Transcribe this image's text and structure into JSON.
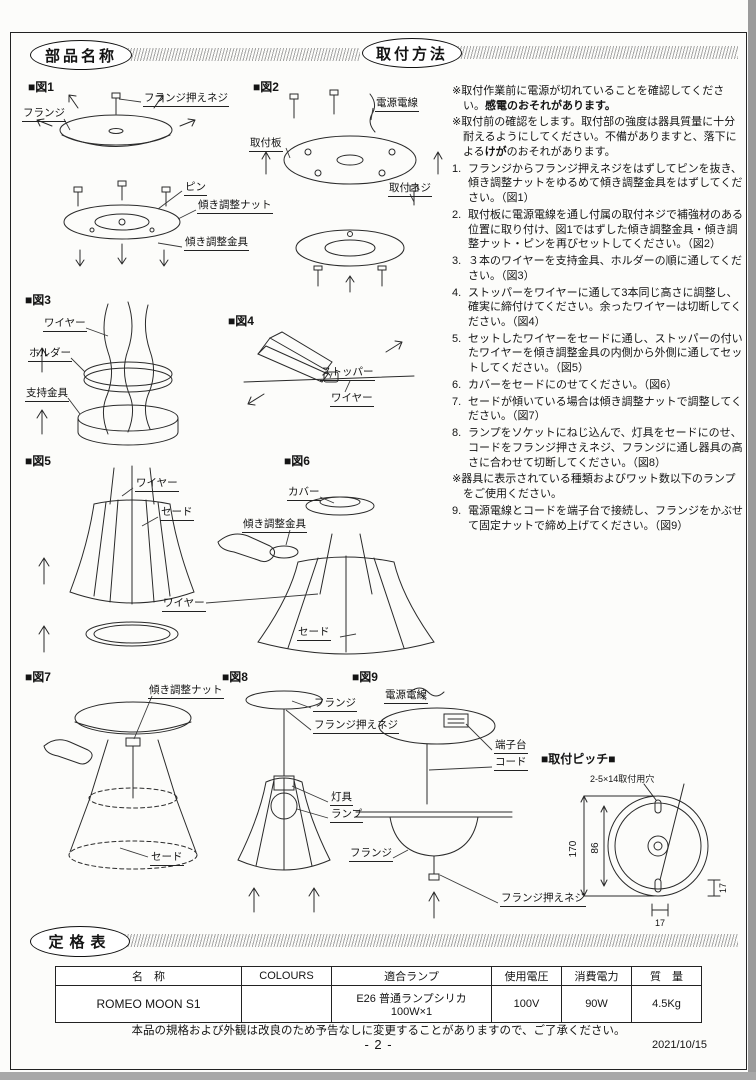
{
  "sections": {
    "parts_title": "部品名称",
    "install_title": "取付方法",
    "ratings_title": "定格表"
  },
  "figures": {
    "fig1": {
      "label": "■図1",
      "callouts": {
        "flange_screw": "フランジ押えネジ",
        "flange": "フランジ",
        "pin": "ピン",
        "tilt_nut": "傾き調整ナット",
        "tilt_fitting": "傾き調整金具"
      }
    },
    "fig2": {
      "label": "■図2",
      "callouts": {
        "power_wire": "電源電線",
        "mount_plate": "取付板",
        "mount_screw": "取付ネジ"
      }
    },
    "fig3": {
      "label": "■図3",
      "callouts": {
        "wire": "ワイヤー",
        "holder": "ホルダー",
        "support": "支持金具"
      }
    },
    "fig4": {
      "label": "■図4",
      "callouts": {
        "stopper": "ストッパー",
        "wire": "ワイヤー"
      }
    },
    "fig5": {
      "label": "■図5",
      "callouts": {
        "wire": "ワイヤー",
        "shade": "セード"
      }
    },
    "fig6": {
      "label": "■図6",
      "callouts": {
        "cover": "カバー",
        "tilt_fitting": "傾き調整金具",
        "wire": "ワイヤー",
        "shade": "セード"
      }
    },
    "fig7": {
      "label": "■図7",
      "callouts": {
        "tilt_nut": "傾き調整ナット",
        "shade": "セード"
      }
    },
    "fig8": {
      "label": "■図8",
      "callouts": {
        "flange": "フランジ",
        "flange_screw": "フランジ押えネジ",
        "fixture": "灯具",
        "lamp": "ランプ"
      }
    },
    "fig9": {
      "label": "■図9",
      "callouts": {
        "power_wire": "電源電線",
        "terminal_block": "端子台",
        "cord": "コード",
        "flange": "フランジ",
        "flange_screw": "フランジ押えネジ"
      }
    },
    "pitch": {
      "label": "■取付ピッチ■",
      "hole_note": "2-5×14取付用穴",
      "dim_170": "170",
      "dim_86": "86",
      "dim_17_side": "17",
      "dim_17_bottom": "17"
    }
  },
  "instructions": {
    "warning1_pre": "※取付作業前に電源が切れていることを確認してください。",
    "warning1_bold": "感電のおそれがあります。",
    "warning2_pre": "※取付前の確認をします。取付部の強度は器具質量に十分耐えるようにしてください。不備がありますと、落下による",
    "warning2_bold": "けが",
    "warning2_post": "のおそれがあります。",
    "steps": [
      {
        "num": "1.",
        "text": "フランジからフランジ押えネジをはずしてピンを抜き、傾き調整ナットをゆるめて傾き調整金具をはずしてください。（図1）"
      },
      {
        "num": "2.",
        "text": "取付板に電源電線を通し付属の取付ネジで補強材のある位置に取り付け、図1ではずした傾き調整金具・傾き調整ナット・ピンを再びセットしてください。（図2）"
      },
      {
        "num": "3.",
        "text": "３本のワイヤーを支持金具、ホルダーの順に通してください。（図3）"
      },
      {
        "num": "4.",
        "text": "ストッパーをワイヤーに通して3本同じ高さに調整し、確実に締付けてください。余ったワイヤーは切断してください。（図4）"
      },
      {
        "num": "5.",
        "text": "セットしたワイヤーをセードに通し、ストッパーの付いたワイヤーを傾き調整金具の内側から外側に通してセットしてください。（図5）"
      },
      {
        "num": "6.",
        "text": "カバーをセードにのせてください。（図6）"
      },
      {
        "num": "7.",
        "text": "セードが傾いている場合は傾き調整ナットで調整してください。（図7）"
      },
      {
        "num": "8.",
        "text": "ランプをソケットにねじ込んで、灯具をセードにのせ、コードをフランジ押さえネジ、フランジに通し器具の高さに合わせて切断してください。（図8）"
      },
      {
        "num": "9.",
        "text": "電源電線とコードを端子台で接続し、フランジをかぶせて固定ナットで締め上げてください。（図9）"
      }
    ],
    "lamp_note": "※器具に表示されている種類およびワット数以下のランプをご使用ください。"
  },
  "ratings_table": {
    "headers": [
      "名　称",
      "COLOURS",
      "適合ランプ",
      "使用電圧",
      "消費電力",
      "質　量"
    ],
    "row": {
      "name": "ROMEO MOON S1",
      "colours": "",
      "lamp": "E26 普通ランプシリカ\n100W×1",
      "voltage": "100V",
      "power": "90W",
      "mass": "4.5Kg"
    }
  },
  "footer": {
    "note": "本品の規格および外観は改良のため予告なしに変更することがありますので、ご了承ください。",
    "page_number": "- 2 -",
    "date": "2021/10/15"
  }
}
